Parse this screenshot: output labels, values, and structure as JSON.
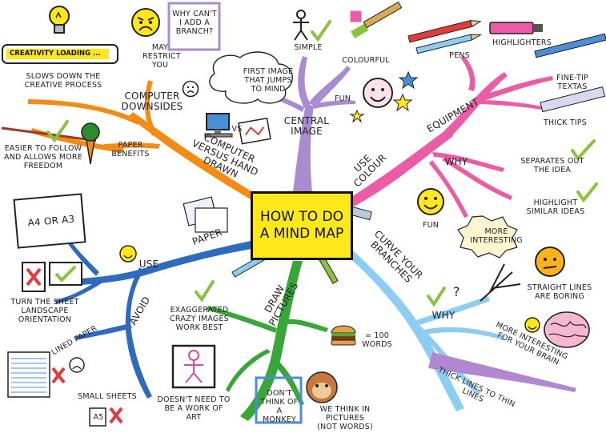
{
  "center": {
    "title": "HOW TO DO A MIND MAP"
  },
  "colors": {
    "central_image": "#a98ccf",
    "colour": "#ec5ca6",
    "curve": "#8ecdf2",
    "draw": "#38a639",
    "paper": "#2f6bbd",
    "computer": "#f28c14",
    "center_bg": "#ffe81a"
  },
  "computer": {
    "branch": "COMPUTER VERSUS HAND DRAWN",
    "downsides": "COMPUTER DOWNSIDES",
    "creativity_loading": "CREATIVITY LOADING ...",
    "slows": "SLOWS DOWN THE CREATIVE PROCESS",
    "may_restrict": "MAY RESTRICT YOU",
    "why_cant": "WHY CAN'T I ADD A BRANCH?",
    "vs": "VS",
    "paper_benefits": "PAPER BENEFITS",
    "easier": "EASIER TO FOLLOW AND ALLOWS MORE FREEDOM"
  },
  "central_image": {
    "branch": "CENTRAL IMAGE",
    "simple": "SIMPLE",
    "colourful": "COLOURFUL",
    "first_image": "FIRST IMAGE THAT JUMPS TO MIND",
    "fun": "FUN"
  },
  "colour": {
    "branch": "USE COLOUR",
    "equipment": "EQUIPMENT",
    "pens": "PENS",
    "highlighters": "HIGHLIGHTERS",
    "fine_tip": "FINE-TIP TEXTAS",
    "thick_tips": "THICK TIPS",
    "why": "WHY",
    "separates": "SEPARATES OUT THE IDEA",
    "highlight_similar": "HIGHLIGHT SIMILAR IDEAS",
    "more_interesting": "MORE INTERESTING",
    "fun": "FUN"
  },
  "curve": {
    "branch": "CURVE YOUR BRANCHES",
    "why": "WHY",
    "question": "?",
    "straight_lines": "STRAIGHT LINES ARE BORING",
    "more_interesting_brain": "MORE INTERESTING FOR YOUR BRAIN",
    "thick_to_thin": "THICK LINES TO THIN LINES"
  },
  "draw": {
    "branch": "DRAW PICTURES",
    "exaggerated": "EXAGGERATED CRAZY IMAGES WORK BEST",
    "not_work_of_art": "DOESN'T NEED TO BE A WORK OF ART",
    "hundred_words": "= 100 WORDS",
    "dont_think": "DON'T THINK OF A MONKEY",
    "we_think": "WE THINK IN PICTURES (NOT WORDS)"
  },
  "paper": {
    "branch": "PAPER",
    "use": "USE",
    "a4": "A4 OR A3",
    "turn_sheet": "TURN THE SHEET LANDSCAPE ORIENTATION",
    "avoid": "AVOID",
    "lined_paper": "LINED PAPER",
    "small_sheets": "SMALL SHEETS",
    "a5": "A5"
  },
  "icons": [
    "light-bulb-icon",
    "worried-face-icon",
    "sad-face-icon",
    "computer-icon",
    "drawing-icon",
    "carrot-icon",
    "stick-figure-icon",
    "paintbrush-icon",
    "explosion-icon",
    "happy-face-icon",
    "star-icon",
    "pencil-icon",
    "highlighter-icon",
    "texta-icon",
    "smiley-face-icon",
    "check-icon",
    "cross-icon",
    "brain-icon",
    "burger-icon",
    "monkey-icon",
    "stick-drawing-icon",
    "paper-sheets-icon"
  ]
}
